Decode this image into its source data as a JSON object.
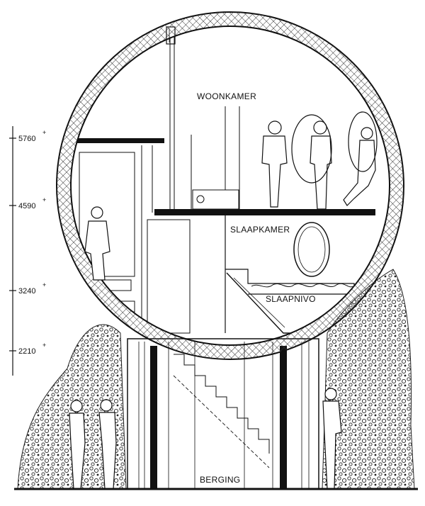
{
  "rooms": {
    "woonkamer": "WOONKAMER",
    "slaapkamer": "SLAAPKAMER",
    "slaapnivo": "SLAAPNIVO",
    "berging": "BERGING"
  },
  "levels": [
    {
      "value": "5760",
      "mark": "+"
    },
    {
      "value": "4590",
      "mark": "+"
    },
    {
      "value": "3240",
      "mark": "+"
    },
    {
      "value": "2210",
      "mark": "+"
    }
  ],
  "colors": {
    "ink": "#111111",
    "paper": "#ffffff",
    "hatch": "#333333"
  }
}
